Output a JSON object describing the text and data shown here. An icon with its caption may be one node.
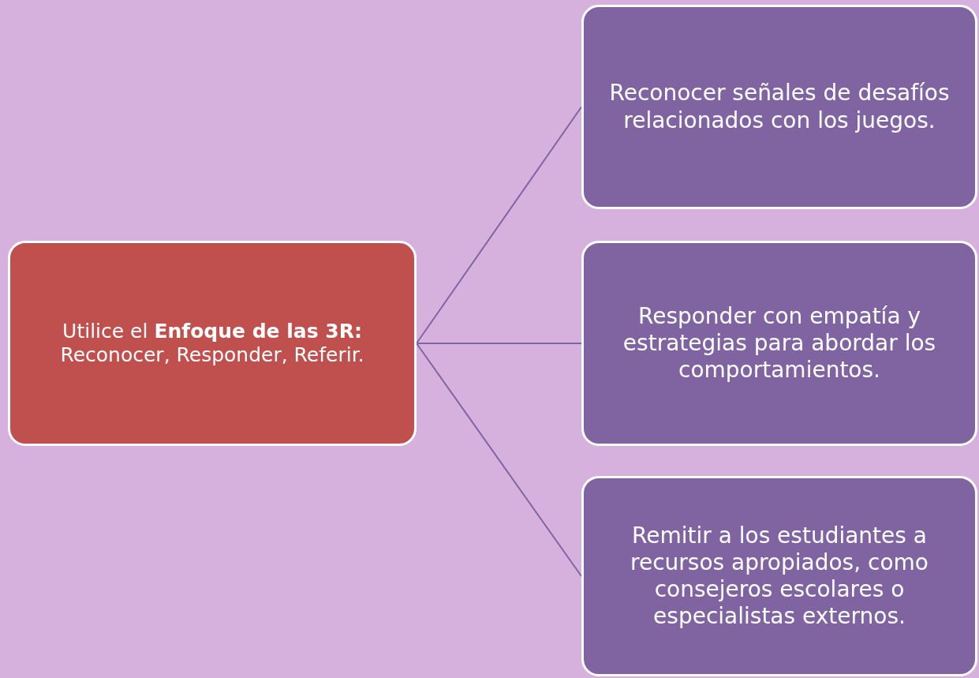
{
  "diagram": {
    "nodes": [
      {
        "text": [
          "Utilice el **Enfoque de las 3R:** Reconocer, Responder, Referir."
        ]
      },
      {
        "text": [
          "Reconocer señales de desafíos relacionados con los juegos."
        ]
      },
      {
        "text": [
          "Responder con empatía y estrategias para abordar los comportamientos."
        ]
      },
      {
        "text": [
          "Remitir a los estudiantes a recursos apropiados, como consejeros escolares o especialistas externos."
        ]
      }
    ],
    "edges": [
      {
        "from": 0,
        "to": 1,
        "arrow": "none"
      },
      {
        "from": 0,
        "to": 2,
        "arrow": "none"
      },
      {
        "from": 0,
        "to": 3,
        "arrow": "none"
      }
    ]
  }
}
